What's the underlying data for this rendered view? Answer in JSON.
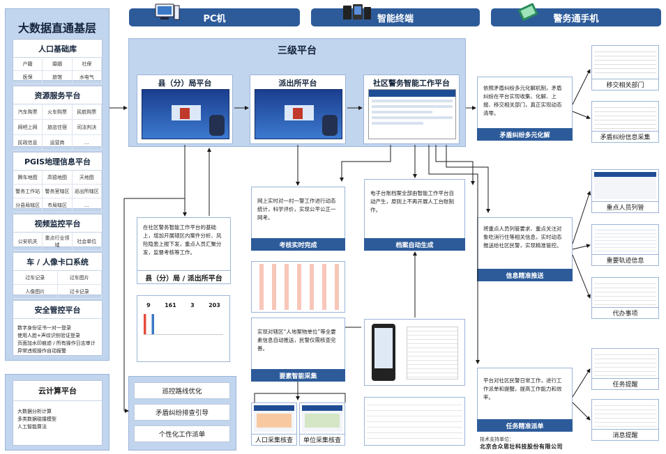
{
  "left": {
    "title": "大数据直通基层",
    "sections": [
      {
        "title": "人口基础库",
        "cols": 3,
        "items": [
          "户籍",
          "婚姻",
          "社保",
          "医保",
          "旅馆",
          "水电气"
        ]
      },
      {
        "title": "资源服务平台",
        "cols": 3,
        "items": [
          "汽车购票",
          "火车购票",
          "民航购票",
          "网吧上网",
          "旅店住宿",
          "司法判决",
          "民政信息",
          "运营商",
          "…"
        ]
      },
      {
        "title": "PGIS地理信息平台",
        "cols": 3,
        "items": [
          "腾车地图",
          "高德地图",
          "天地图",
          "警务工作站",
          "警务室辖区",
          "巡出所辖区",
          "分县局辖区",
          "市局辖区",
          "…"
        ]
      },
      {
        "title": "视频监控平台",
        "cols": 3,
        "items": [
          "公安机关",
          "重点行业领域",
          "社会单位"
        ]
      },
      {
        "title": "车 / 人像卡口系统",
        "cols": 2,
        "items": [
          "过车记录",
          "过车图片",
          "人像图片",
          "过卡记录"
        ]
      },
      {
        "title": "安全管控平台",
        "lines": [
          "数字身份证书一对一登录",
          "使用人脸+声纹识别验证登录",
          "页面加水印痕迹 / 所有操作日志审计",
          "异常违规操作自动报警"
        ]
      }
    ]
  },
  "cloud": {
    "title": "云计算平台",
    "lines": [
      "大数据分析计算",
      "多类数据碰撞模型",
      "人工智能算法"
    ]
  },
  "tabs": {
    "pc": "PC机",
    "terminal": "智能终端",
    "phone": "警务通手机"
  },
  "main": {
    "title": "三级平台",
    "county": "县（分）局平台",
    "station": "派出所平台",
    "community": "社区警务智能工作平台"
  },
  "county_box": {
    "text": "在社区警务智能工作平台的基础上，增加开展辖区内案件分析、风险隐患上报下发，重点人员汇聚分发，监督考核等工作。",
    "title": "县（分）局 / 派出所平台",
    "stats": [
      "9",
      "161",
      "3",
      "203"
    ]
  },
  "exam": {
    "text": "网上实时对一村一警工作进行动态统计，科学评价，实现公平公正一网考。",
    "title": "考核实时完成"
  },
  "archive": {
    "text": "电子台账档案全部由智能工作平台自动产生，原则上不再开展人工台账制作。",
    "title": "档案自动生成"
  },
  "collect": {
    "text": "实现对辖区“人地案物单位”等全要素信息自动推送，民警仅需核查完善。",
    "title": "要素智能采集"
  },
  "bottom_thumbs": [
    "人口采集核查",
    "单位采集核查"
  ],
  "options": [
    "巡控路线优化",
    "矛盾纠纷排查引导",
    "个性化工作派单"
  ],
  "dispute": {
    "text": "依照矛盾纠纷多元化解机制，矛盾纠纷在平台实现收集、化解、上报、移交相关部门，真正实现动态清零。",
    "title": "矛盾纠纷多元化解"
  },
  "info": {
    "text": "将重点人员列管要求、重点关注对象吃消行住等相关信息，实时动态推送给社区民警，实现精准管控。",
    "title": "信息精准推送"
  },
  "task": {
    "text": "平台对社区民警日常工作，进行工作派单和提醒，提高工作能力和效率。",
    "title": "任务精准派单"
  },
  "right_thumbs": [
    "移交相关部门",
    "矛盾纠纷信息采集",
    "重点人员列管",
    "重要轨迹信息",
    "代办事项",
    "任务提醒",
    "消息提醒"
  ],
  "footer": {
    "label": "技术支持单位：",
    "company": "北京合众思壮科技股份有限公司"
  },
  "colors": {
    "accent": "#2d5b9a",
    "panel": "#c2d5ee",
    "line": "#1a1a1a"
  }
}
